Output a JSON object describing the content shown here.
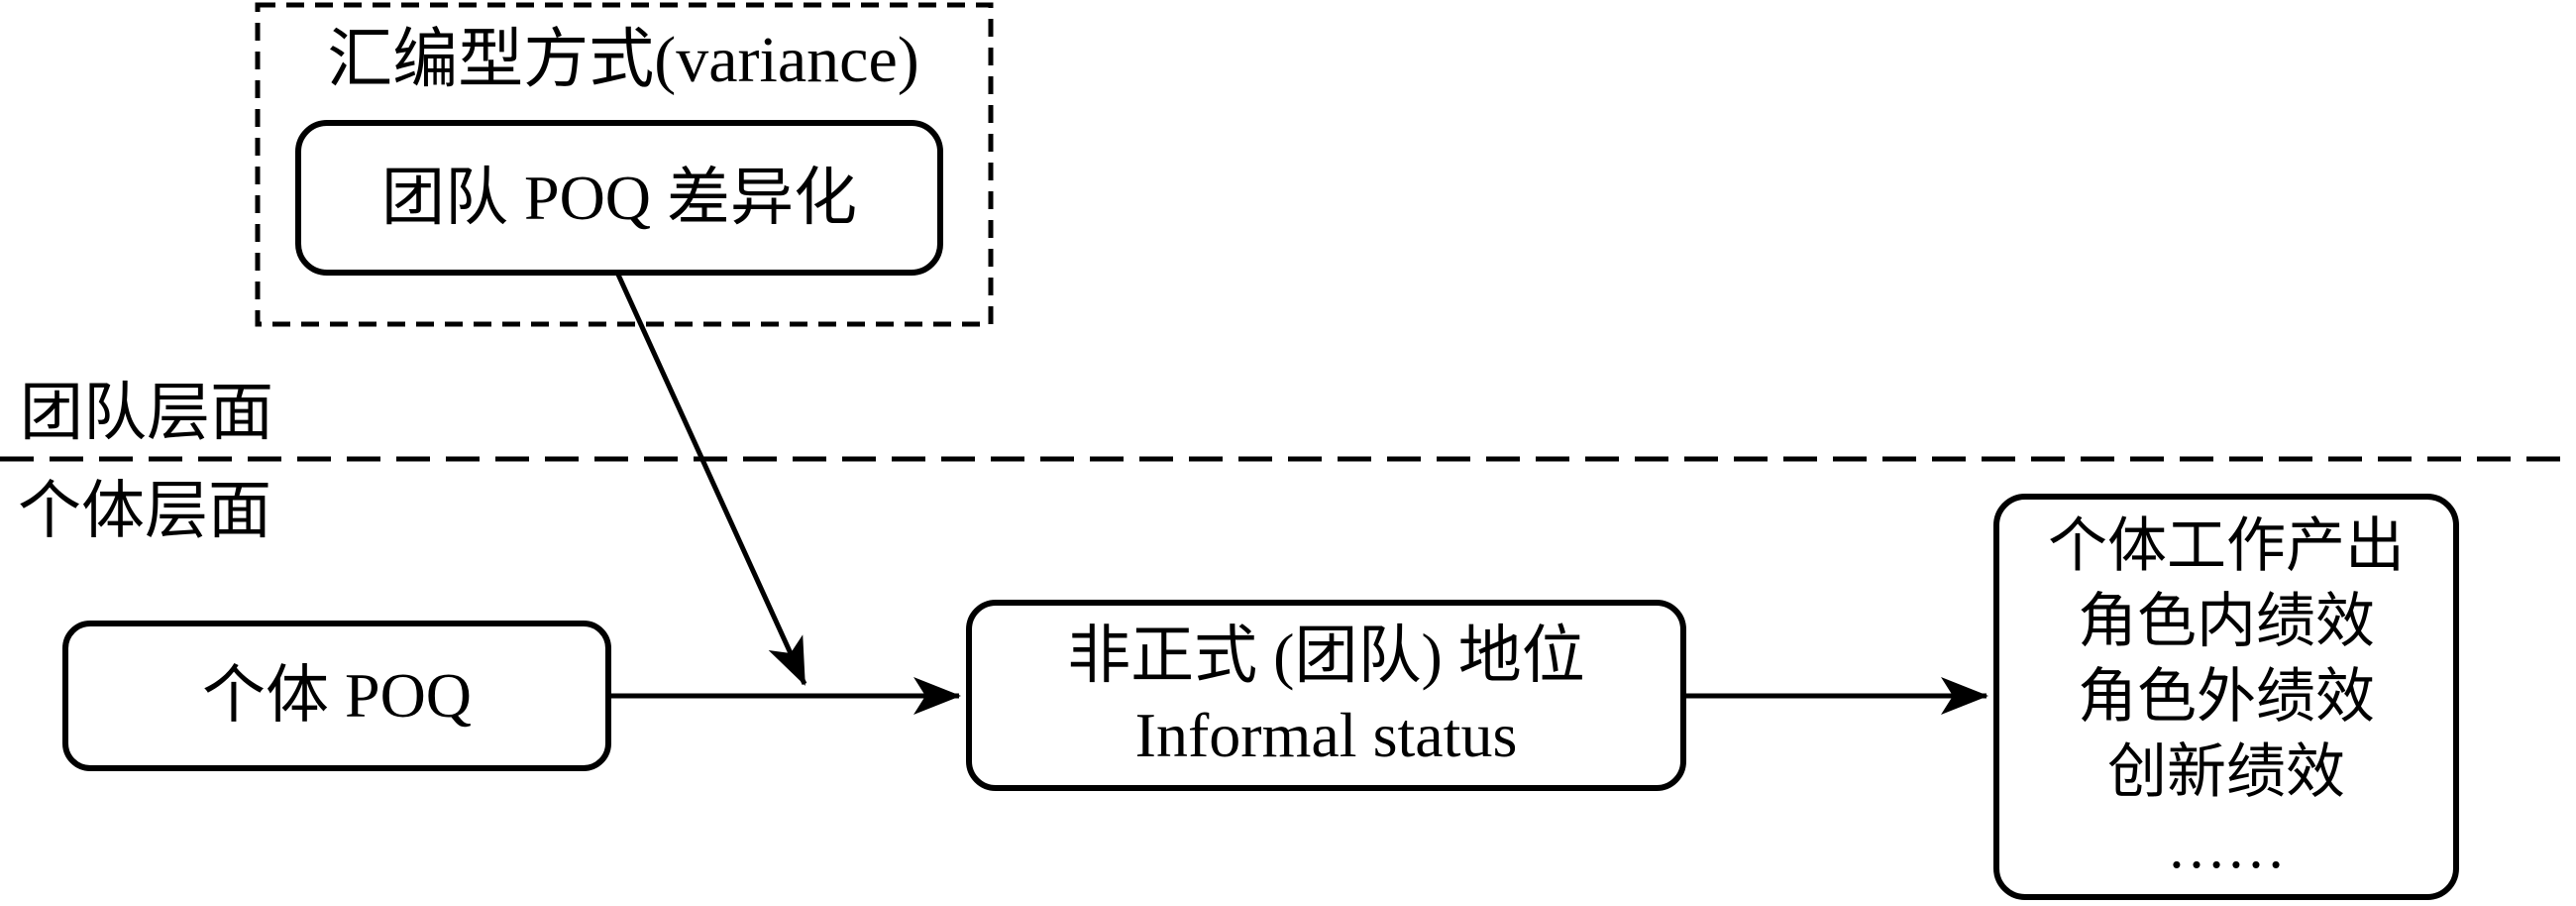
{
  "levels": {
    "team_label": "团队层面",
    "individual_label": "个体层面"
  },
  "variance_group": {
    "title": "汇编型方式(variance)",
    "box_label": "团队 POQ 差异化"
  },
  "individual_poq": {
    "label": "个体 POQ"
  },
  "informal_status": {
    "line1": "非正式 (团队) 地位",
    "line2": "Informal status"
  },
  "outcomes": {
    "lines": [
      "个体工作产出",
      "角色内绩效",
      "角色外绩效",
      "创新绩效",
      "……"
    ]
  },
  "colors": {
    "ink": "#000000",
    "background": "#ffffff"
  }
}
